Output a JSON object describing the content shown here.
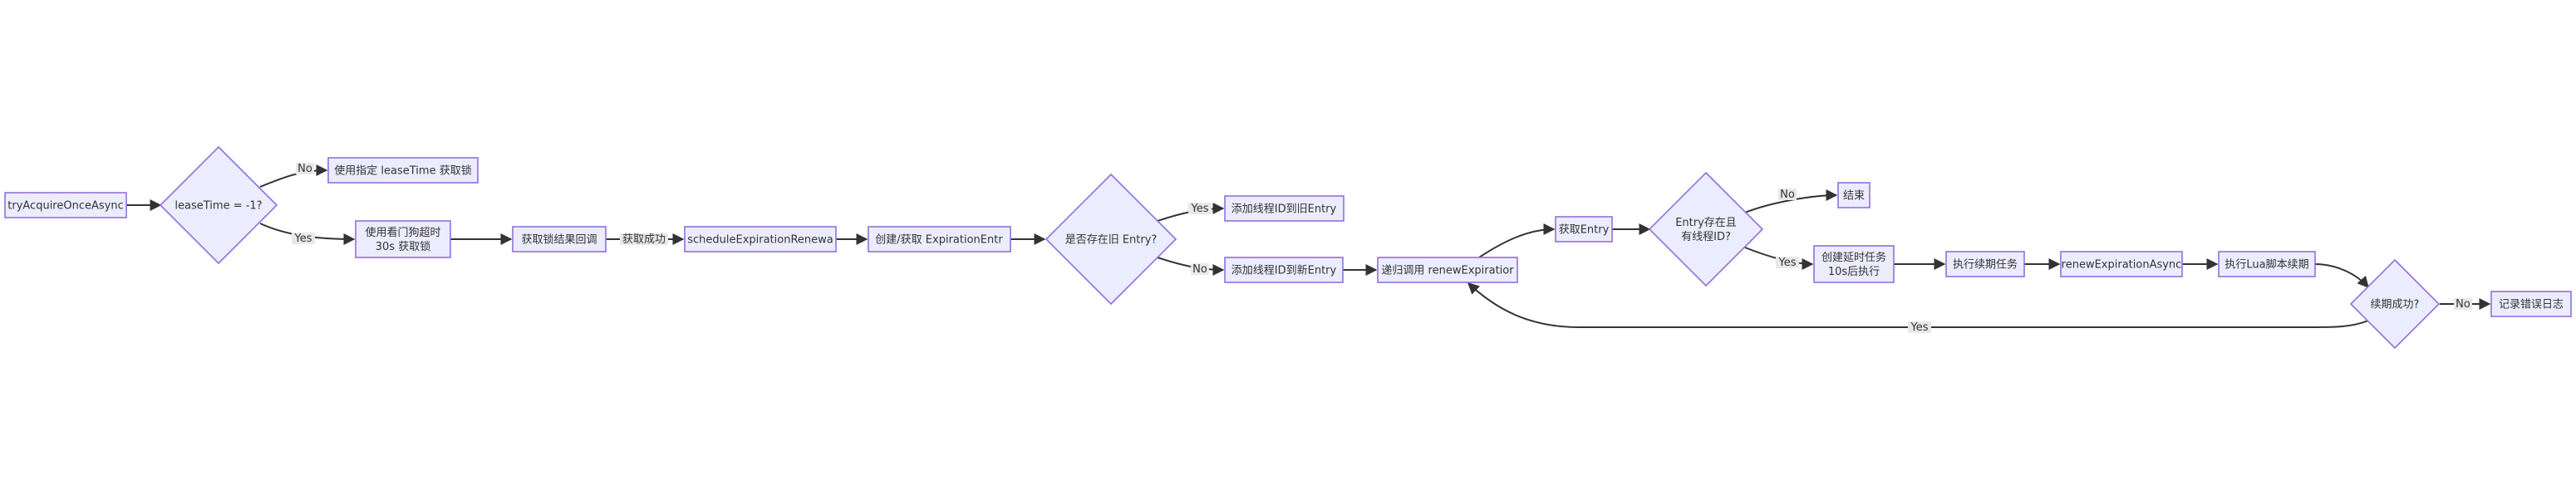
{
  "nodes": {
    "start": "tryAcquireOnceAsync",
    "lease_check": "leaseTime = -1?",
    "use_lease": "使用指定 leaseTime 获取锁",
    "use_watchdog": [
      "使用看门狗超时",
      "30s 获取锁"
    ],
    "lock_callback": "获取锁结果回调",
    "schedule_renewal": "scheduleExpirationRenewa",
    "create_entry": "创建/获取 ExpirationEntr",
    "old_entry_check": "是否存在旧 Entry?",
    "add_old": "添加线程ID到旧Entry",
    "add_new": "添加线程ID到新Entry",
    "recursive_renew": "递归调用 renewExpiratior",
    "get_entry": "获取Entry",
    "entry_check": [
      "Entry存在且",
      "有线程ID?"
    ],
    "end": "结束",
    "create_task": [
      "创建延时任务",
      "10s后执行"
    ],
    "run_task": "执行续期任务",
    "renew_async": "renewExpirationAsync",
    "run_lua": "执行Lua脚本续期",
    "renew_check": "续期成功?",
    "log_error": "记录错误日志"
  },
  "edges": {
    "no": "No",
    "yes": "Yes",
    "acquired": "获取成功"
  },
  "colors": {
    "node_fill": "#ECECFF",
    "node_stroke": "#9370DB",
    "edge": "#333333",
    "label_bg": "#e8e8e8"
  }
}
